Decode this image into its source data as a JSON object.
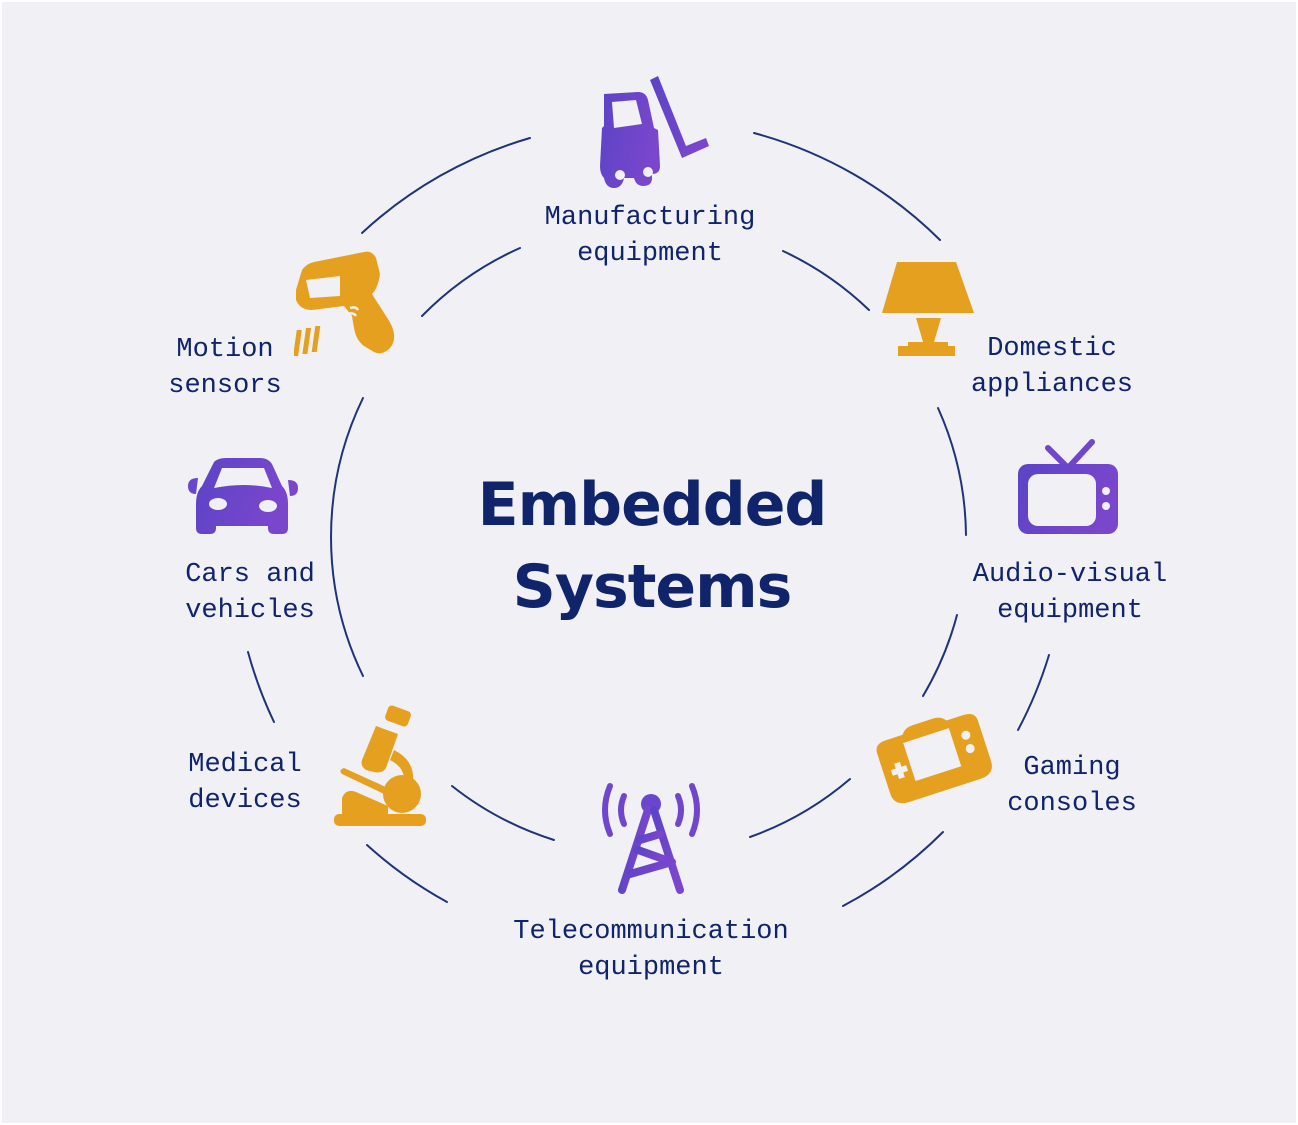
{
  "title": {
    "line1": "Embedded",
    "line2": "Systems"
  },
  "colors": {
    "background": "#f0f0f5",
    "text": "#10246b",
    "ring": "#1e3378",
    "purple": "#6f44c9",
    "orange": "#e6a020"
  },
  "items": [
    {
      "id": "manufacturing",
      "line1": "Manufacturing",
      "line2": "equipment",
      "icon": "forklift-icon",
      "icon_color": "purple"
    },
    {
      "id": "domestic",
      "line1": "Domestic",
      "line2": "appliances",
      "icon": "lamp-icon",
      "icon_color": "orange"
    },
    {
      "id": "audio-visual",
      "line1": "Audio-visual",
      "line2": "equipment",
      "icon": "tv-icon",
      "icon_color": "purple"
    },
    {
      "id": "gaming",
      "line1": "Gaming",
      "line2": "consoles",
      "icon": "game-console-icon",
      "icon_color": "orange"
    },
    {
      "id": "telecom",
      "line1": "Telecommunication",
      "line2": "equipment",
      "icon": "radio-tower-icon",
      "icon_color": "purple"
    },
    {
      "id": "medical",
      "line1": "Medical",
      "line2": "devices",
      "icon": "microscope-icon",
      "icon_color": "orange"
    },
    {
      "id": "cars",
      "line1": "Cars and",
      "line2": "vehicles",
      "icon": "car-icon",
      "icon_color": "purple"
    },
    {
      "id": "motion",
      "line1": "Motion",
      "line2": "sensors",
      "icon": "barcode-scanner-icon",
      "icon_color": "orange"
    }
  ]
}
